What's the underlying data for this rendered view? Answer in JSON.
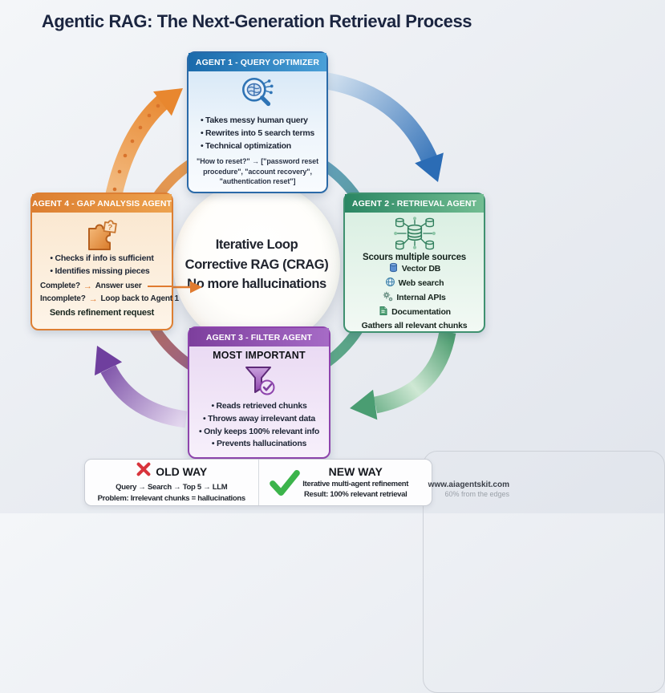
{
  "title": "Agentic RAG: The Next-Generation Retrieval Process",
  "center_circle": {
    "line1": "Iterative Loop",
    "line2": "Corrective RAG (CRAG)",
    "line3": "No more hallucinations"
  },
  "agent1": {
    "header": "AGENT 1 - QUERY OPTIMIZER",
    "icon": "magnifier-brain",
    "accent": "#2b6aa8",
    "bullet1": "• Takes messy human query",
    "bullet2": "• Rewrites into 5 search terms",
    "bullet3": "• Technical optimization",
    "example": "\"How to reset?\" → [\"password reset procedure\", \"account recovery\", \"authentication reset\"]"
  },
  "agent2": {
    "header": "AGENT 2 - RETRIEVAL AGENT",
    "icon": "database-network",
    "accent": "#3f9170",
    "intro": "Scours multiple sources",
    "source1": "Vector DB",
    "source2": "Web search",
    "source3": "Internal APIs",
    "source4": "Documentation",
    "footer": "Gathers all relevant chunks"
  },
  "agent3": {
    "header": "AGENT 3 - FILTER AGENT",
    "icon": "funnel-check",
    "accent": "#8e44ad",
    "subtitle": "MOST IMPORTANT",
    "bullet1": "• Reads retrieved chunks",
    "bullet2": "• Throws away irrelevant data",
    "bullet3": "• Only keeps 100% relevant info",
    "bullet4": "• Prevents hallucinations"
  },
  "agent4": {
    "header": "AGENT 4 - GAP ANALYSIS AGENT",
    "icon": "puzzle-question",
    "accent": "#dd7f33",
    "bullet1": "• Checks if info is sufficient",
    "bullet2": "• Identifies missing pieces",
    "flow1_label": "Complete?",
    "flow1_arrow": "→",
    "flow1_result": "Answer user",
    "flow2_label": "Incomplete?",
    "flow2_arrow": "→",
    "flow2_result": "Loop back to Agent 1",
    "footer": "Sends refinement request"
  },
  "comparison": {
    "old": {
      "icon": "x-mark",
      "title": "OLD WAY",
      "line1": "Query → Search → Top 5 → LLM",
      "line2": "Problem: Irrelevant chunks = hallucinations"
    },
    "new": {
      "icon": "check-mark",
      "title": "NEW WAY",
      "line1": "Iterative multi-agent refinement",
      "line2": "Result: 100% relevant retrieval"
    }
  },
  "watermark": {
    "site": "www.aiagentskit.com",
    "note": "60% from the edges"
  },
  "colors": {
    "arrow_orange": "#e8872f",
    "arrow_blue": "#2b6cb5",
    "arrow_green": "#4a9d72",
    "arrow_purple": "#6f3f9e"
  }
}
